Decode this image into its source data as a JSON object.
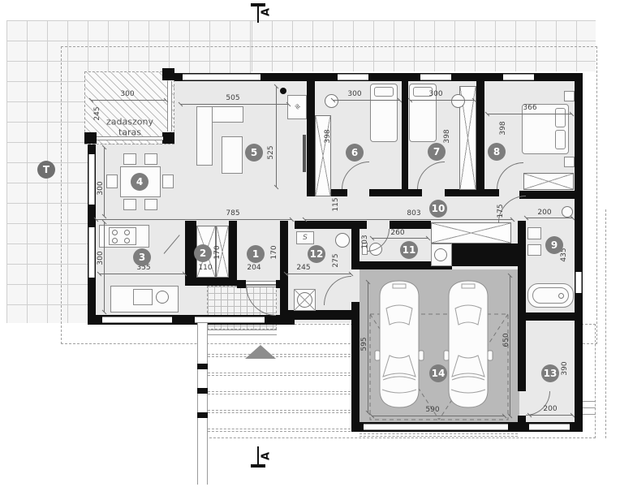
{
  "labels": {
    "section_marker": "A",
    "terrace_marker": "T",
    "covered_terrace_line1": "zadaszony",
    "covered_terrace_line2": "taras"
  },
  "rooms": [
    {
      "number": "1"
    },
    {
      "number": "2"
    },
    {
      "number": "3"
    },
    {
      "number": "4"
    },
    {
      "number": "5"
    },
    {
      "number": "6"
    },
    {
      "number": "7"
    },
    {
      "number": "8"
    },
    {
      "number": "9"
    },
    {
      "number": "10"
    },
    {
      "number": "11"
    },
    {
      "number": "12"
    },
    {
      "number": "13"
    },
    {
      "number": "14"
    }
  ],
  "dims": {
    "ct_w": "300",
    "ct_h": "245",
    "liv_w": "505",
    "liv_h": "525",
    "r6_w": "300",
    "r7_w": "300",
    "r8_w": "366",
    "r6_h": "398",
    "r7_h": "398",
    "r8_h": "398",
    "din_h": "300",
    "kit_h": "300",
    "kit_w": "355",
    "w785": "785",
    "cor_h": "115",
    "w803": "803",
    "r2_w": "110",
    "r2_h": "170",
    "r1_w": "204",
    "r1_h": "170",
    "u_w": "245",
    "u_h": "275",
    "wc_w": "260",
    "wc_h": "103",
    "b_w": "200",
    "b_h": "435",
    "b_d": "175",
    "g_wl": "595",
    "g_wr": "650",
    "g_w": "590",
    "s13_h": "390",
    "s13_w": "200"
  }
}
